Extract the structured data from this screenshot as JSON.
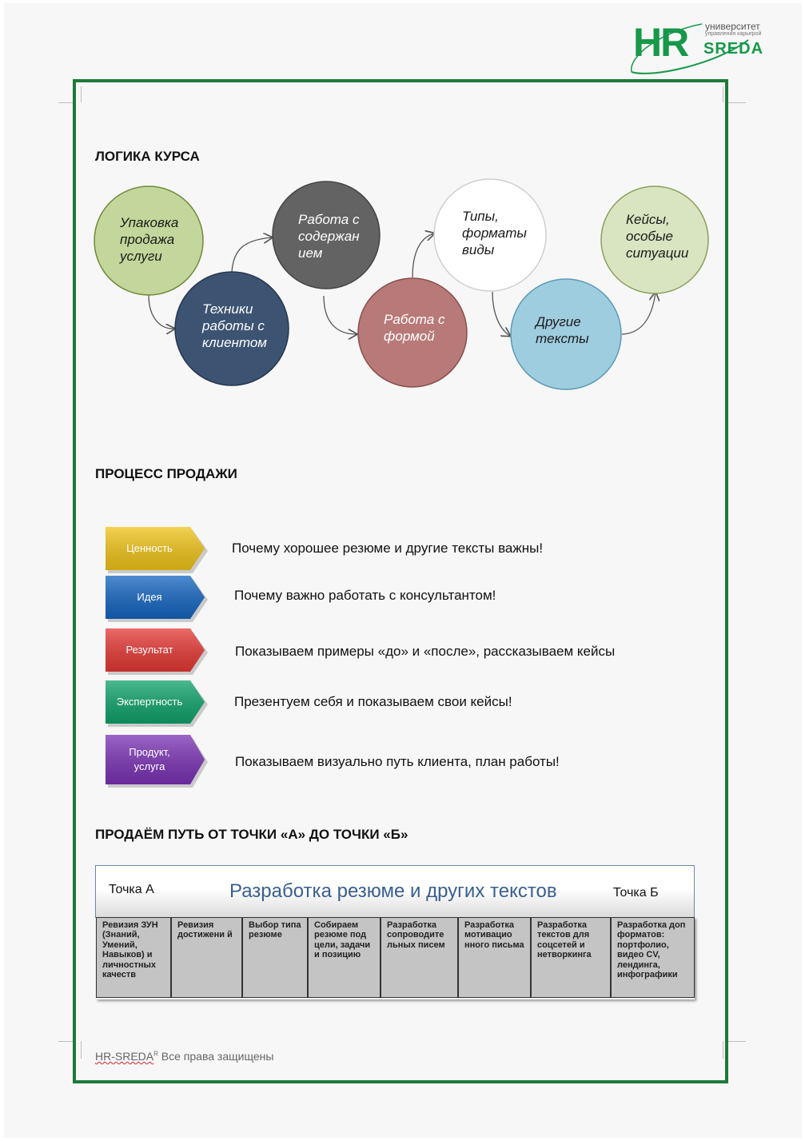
{
  "logo": {
    "mark": "HR",
    "line1": "университет",
    "line2": "управления карьерой",
    "brand": "SREDA",
    "color": "#17984a"
  },
  "section1": {
    "heading": "ЛОГИКА КУРСА",
    "circles": [
      {
        "label": "Упаковка продажа услуги",
        "lines": [
          "Упаковка",
          "продажа",
          "услуги"
        ],
        "fill": "#c3d69b",
        "text_color": "#1a1a1a"
      },
      {
        "label": "Техники работы с клиентом",
        "lines": [
          "Техники",
          "работы с",
          "клиентом"
        ],
        "fill": "#3d5372",
        "text_color": "#ffffff"
      },
      {
        "label": "Работа с содержанием",
        "lines": [
          "Работа с",
          "содержан",
          "ием"
        ],
        "fill": "#636363",
        "text_color": "#ffffff"
      },
      {
        "label": "Работа с формой",
        "lines": [
          "Работа с",
          "формой"
        ],
        "fill": "#b87a78",
        "text_color": "#ffffff"
      },
      {
        "label": "Типы, форматы виды",
        "lines": [
          "Типы,",
          "форматы",
          "виды"
        ],
        "fill": "#ffffff",
        "text_color": "#1a1a1a"
      },
      {
        "label": "Другие тексты",
        "lines": [
          "Другие",
          "тексты"
        ],
        "fill": "#9fcde0",
        "text_color": "#1a1a1a"
      },
      {
        "label": "Кейсы, особые ситуации",
        "lines": [
          "Кейсы,",
          "особые",
          "ситуации"
        ],
        "fill": "#d9e4c1",
        "text_color": "#1a1a1a"
      }
    ]
  },
  "section2": {
    "heading": "ПРОЦЕСС ПРОДАЖИ",
    "steps": [
      {
        "label": "Ценность",
        "text": "Почему хорошее резюме и другие тексты важны!",
        "color": "#f0c419"
      },
      {
        "label": "Идея",
        "text": "Почему важно работать с консультантом!",
        "color": "#1565c0"
      },
      {
        "label": "Результат",
        "text": "Показываем примеры «до» и «после», рассказываем кейсы",
        "color": "#e53935"
      },
      {
        "label": "Экспертность",
        "text": "Презентуем себя и показываем свои кейсы!",
        "color": "#10a36b"
      },
      {
        "label": "Продукт, услуга",
        "label_lines": [
          "Продукт,",
          "услуга"
        ],
        "text": "Показываем визуально путь клиента, план работы!",
        "color": "#7b33b5"
      }
    ]
  },
  "section3": {
    "heading": "ПРОДАЁМ ПУТЬ ОТ ТОЧКИ «А» ДО ТОЧКИ «Б»",
    "table": {
      "point_a": "Точка А",
      "title": "Разработка резюме и других текстов",
      "point_b": "Точка Б",
      "cells": [
        "Ревизия ЗУН (Знаний, Умений, Навыков) и личностных качеств",
        "Ревизия достижени й",
        "Выбор типа резюме",
        "Собираем резюме под цели, задачи и позицию",
        "Разработка сопроводите льных писем",
        "Разработка мотивацио нного письма",
        "Разработка текстов для соцсетей и нетворкинга",
        "Разработка доп форматов: портфолио, видео CV, лендинга, инфографики"
      ]
    }
  },
  "footer": {
    "brand": "HR-SREDA",
    "sup": "R",
    "text": " Все права защищены"
  },
  "colors": {
    "frame": "#1d7a3a",
    "table_title": "#3a5f8f",
    "cell_bg": "#c4c4c4"
  }
}
